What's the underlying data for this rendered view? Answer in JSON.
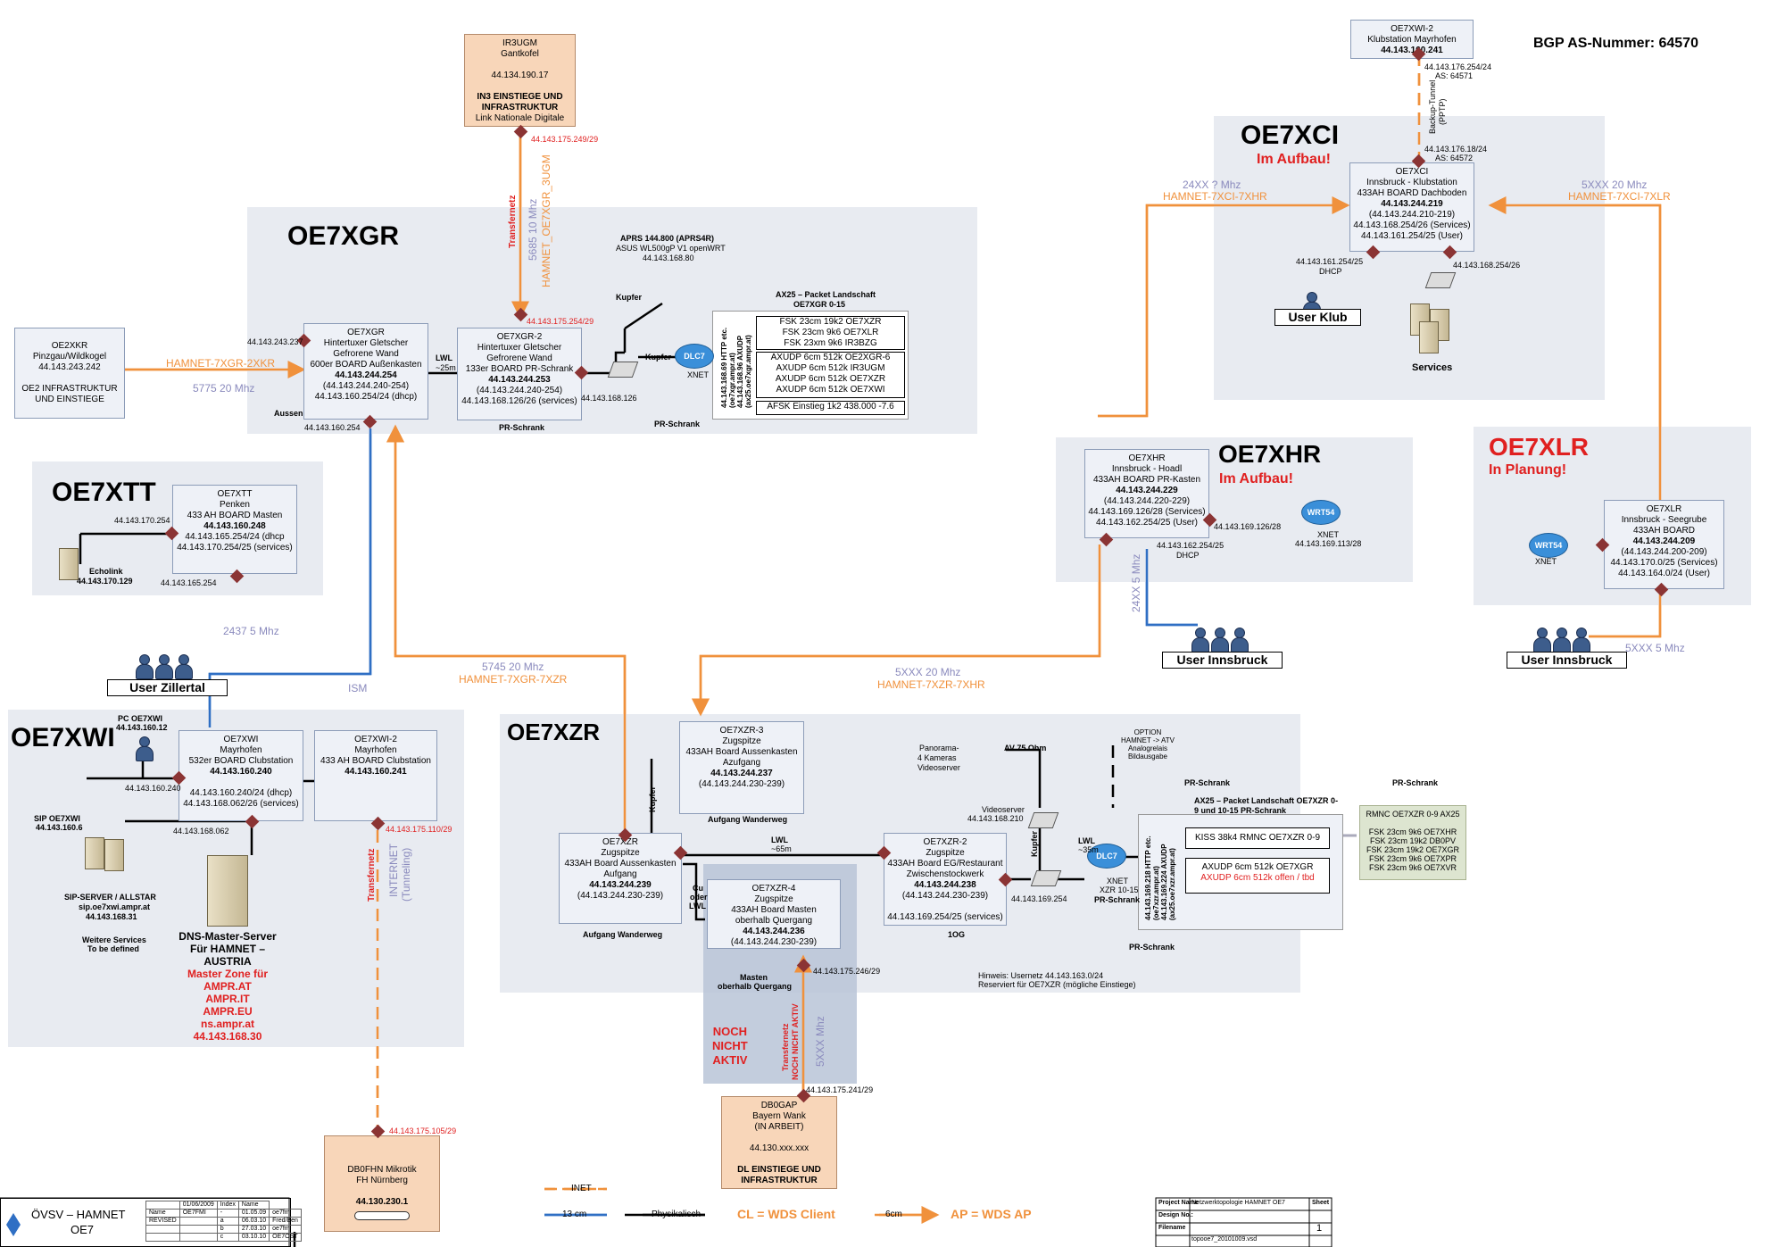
{
  "header": {
    "bgp": "BGP AS-Nummer: 64570"
  },
  "areas": {
    "oe7xgr": {
      "title": "OE7XGR"
    },
    "oe7xci": {
      "title": "OE7XCI",
      "status": "Im Aufbau!"
    },
    "oe7xhr": {
      "title": "OE7XHR",
      "status": "Im Aufbau!"
    },
    "oe7xlr": {
      "title": "OE7XLR",
      "status": "In Planung!"
    },
    "oe7xtt": {
      "title": "OE7XTT"
    },
    "oe7xwi": {
      "title": "OE7XWI"
    },
    "oe7xzr": {
      "title": "OE7XZR"
    }
  },
  "boxes": {
    "ir3ugm": [
      "IR3UGM",
      "Gantkofel",
      "",
      "44.134.190.17",
      "",
      "IN3 EINSTIEGE UND",
      "INFRASTRUKTUR",
      "Link Nationale Digitale"
    ],
    "oe7xwi2_top": [
      "OE7XWI-2",
      "Klubstation Mayrhofen",
      "44.143.160.241"
    ],
    "oe2xkr": [
      "OE2XKR",
      "Pinzgau/Wildkogel",
      "44.143.243.242",
      "",
      "OE2 INFRASTRUKTUR",
      "UND EINSTIEGE"
    ],
    "oe7xgr": [
      "OE7XGR",
      "Hintertuxer Gletscher",
      "Gefrorene Wand",
      "600er BOARD Außenkasten",
      "44.143.244.254",
      "(44.143.244.240-254)",
      "44.143.160.254/24 (dhcp)"
    ],
    "oe7xgr2": [
      "OE7XGR-2",
      "Hintertuxer Gletscher",
      "Gefrorene Wand",
      "133er BOARD PR-Schrank",
      "44.143.244.253",
      "(44.143.244.240-254)",
      "44.143.168.126/26 (services)"
    ],
    "oe7xci": [
      "OE7XCI",
      "Innsbruck - Klubstation",
      "433AH BOARD Dachboden",
      "44.143.244.219",
      "(44.143.244.210-219)",
      "44.143.168.254/26 (Services)",
      "44.143.161.254/25 (User)"
    ],
    "oe7xhr": [
      "OE7XHR",
      "Innsbruck - Hoadl",
      "433AH BOARD PR-Kasten",
      "44.143.244.229",
      "(44.143.244.220-229)",
      "44.143.169.126/28 (Services)",
      "44.143.162.254/25 (User)"
    ],
    "oe7xlr": [
      "OE7XLR",
      "Innsbruck - Seegrube",
      "433AH BOARD",
      "44.143.244.209",
      "(44.143.244.200-209)",
      "44.143.170.0/25 (Services)",
      "44.143.164.0/24 (User)"
    ],
    "oe7xtt": [
      "OE7XTT",
      "Penken",
      "433 AH BOARD Masten",
      "44.143.160.248",
      "44.143.165.254/24 (dhcp",
      "44.143.170.254/25 (services)"
    ],
    "oe7xwi": [
      "OE7XWI",
      "Mayrhofen",
      "532er BOARD Clubstation",
      "44.143.160.240",
      "",
      "44.143.160.240/24 (dhcp)",
      "44.143.168.062/26 (services)"
    ],
    "oe7xwi2": [
      "OE7XWI-2",
      "Mayrhofen",
      "433 AH BOARD Clubstation",
      "44.143.160.241"
    ],
    "oe7xzr3": [
      "OE7XZR-3",
      "Zugspitze",
      "433AH Board Aussenkasten",
      "Azufgang",
      "44.143.244.237",
      "(44.143.244.230-239)"
    ],
    "oe7xzr": [
      "OE7XZR",
      "Zugspitze",
      "433AH Board Aussenkasten",
      "Aufgang",
      "44.143.244.239",
      "(44.143.244.230-239)"
    ],
    "oe7xzr4": [
      "OE7XZR-4",
      "Zugspitze",
      "433AH Board Masten",
      "oberhalb Quergang",
      "44.143.244.236",
      "(44.143.244.230-239)"
    ],
    "oe7xzr2": [
      "OE7XZR-2",
      "Zugspitze",
      "433AH Board EG/Restaurant",
      "Zwischenstockwerk",
      "44.143.244.238",
      "(44.143.244.230-239)",
      "",
      "44.143.169.254/25 (services)"
    ],
    "db0gap": [
      "DB0GAP",
      "Bayern Wank",
      "(IN ARBEIT)",
      "",
      "44.130.xxx.xxx",
      "",
      "DL EINSTIEGE UND",
      "INFRASTRUKTUR"
    ],
    "db0fhn": [
      "DB0FHN Mikrotik",
      "FH Nürnberg",
      "",
      "44.130.230.1"
    ]
  },
  "ax25_xgr": {
    "title": "AX25 – Packet Landschaft",
    "subtitle": "OE7XGR 0-15",
    "vertical": [
      "44.143.168.69 HTTP etc.",
      "(oe7xgr.ampr.at)",
      "44.143.168.96 AXUDP",
      "(ax25.oe7xgr.ampr.at)"
    ],
    "fsk": [
      "FSK 23cm 19k2 OE7XZR",
      "FSK 23cm 9k6 OE7XLR",
      "FSK 23xm 9k6 IR3BZG"
    ],
    "axudp": [
      "AXUDP 6cm 512k OE2XGR-6",
      "AXUDP 6cm 512k IR3UGM",
      "AXUDP 6cm 512k OE7XZR",
      "AXUDP 6cm 512k OE7XWI"
    ],
    "afsk": "AFSK Einstieg 1k2 438.000 -7.6"
  },
  "ax25_xzr": {
    "title": "AX25 – Packet Landschaft OE7XZR 0-",
    "title2": "9 und 10-15 PR-Schrank",
    "vertical": [
      "44.143.169.218 HTTP etc.",
      "(oe7xzr.ampr.at)",
      "44.143.169.224 AXUDP",
      "(ax25.oe7xzr.ampr.at)"
    ],
    "kiss": "KISS 38k4 RMNC OE7XZR 0-9",
    "axudp": "AXUDP 6cm 512k OE7XGR",
    "axudp_red": "AXUDP 6cm 512k offen / tbd"
  },
  "rmnc": [
    "RMNC OE7XZR 0-9 AX25",
    "",
    "FSK 23cm 9k6 OE7XHR",
    "FSK 23cm 19k2 DB0PV",
    "FSK 23cm 19k2 OE7XGR",
    "FSK 23cm 9k6 OE7XPR",
    "FSK 23cm 9k6 OE7XVR"
  ],
  "links": {
    "xkr_a": "HAMNET-7XGR-2XKR",
    "xkr_b": "5775 20 Mhz",
    "transfer_a": "Transfernetz",
    "transfer_b": "5685 10 Mhz",
    "transfer_c": "HAMNET_OE7XGR_3UGM",
    "xci_a": "24XX   ? Mhz",
    "xci_b": "HAMNET-7XCI-7XHR",
    "xlr_a": "5XXX    20 Mhz",
    "xlr_b": "HAMNET-7XCI-7XLR",
    "xzr_a": "5745    20 Mhz",
    "xzr_b": "HAMNET-7XGR-7XZR",
    "xhr_a": "5XXX    20 Mhz",
    "xhr_b": "HAMNET-7XZR-7XHR",
    "zillertal": "2437 5 Mhz",
    "ism": "ISM",
    "hr_user": "24XX 5 Mhz",
    "lr_user": "5XXX 5 Mhz",
    "inet_a": "Transfernetz",
    "inet_b": "INTERNET",
    "inet_c": "(Tunneling)",
    "gap_a": "Transfernetz",
    "gap_b": "NOCH NICHT AKTIV",
    "gap_c": "5XXX Mhz",
    "backup_a": "Backup-Tunnel",
    "backup_b": "(PPTP)"
  },
  "labels": {
    "ip_175_249": "44.143.175.249/29",
    "ip_175_254": "44.143.175.254/29",
    "ip_243_237": "44.143.243.237",
    "aussen": "Aussen",
    "ip_160_254": "44.143.160.254",
    "lwl": "LWL",
    "lwl_35": "~25m",
    "prschrank": "PR-Schrank",
    "prschrank2": "PR-Schrank",
    "ip_168_126": "44.143.168.126",
    "kupfer": "Kupfer",
    "kupfer2": "Kupfer",
    "aprs_a": "APRS 144.800 (APRS4R)",
    "aprs_b": "ASUS WL500gP V1 openWRT",
    "aprs_c": "44.143.168.80",
    "dlc7": "DLC7",
    "xnet": "XNET",
    "ip_176_254": "44.143.176.254/24",
    "as_64571": "AS: 64571",
    "ip_176_18": "44.143.176.18/24",
    "as_64572": "AS: 64572",
    "ip_161_254": "44.143.161.254/25",
    "dhcp": "DHCP",
    "ip_168_254": "44.143.168.254/26",
    "user_klub": "User Klub",
    "services": "Services",
    "ip_169_126": "44.143.169.126/28",
    "xnet_169": "XNET",
    "xnet_169_ip": "44.143.169.113/28",
    "wrt54": "WRT54",
    "ip_162_254": "44.143.162.254/25",
    "dhcp2": "DHCP",
    "user_ibk1": "User Innsbruck",
    "user_ibk2": "User Innsbruck",
    "wrt54b": "WRT54",
    "xnet_lr": "XNET",
    "ip_170_254": "44.143.170.254",
    "echolink": "Echolink",
    "echolink_ip": "44.143.170.129",
    "ip_165_254": "44.143.165.254",
    "user_zillertal": "User Zillertal",
    "pc_a": "PC OE7XWI",
    "pc_b": "44.143.160.12",
    "ip_160_240": "44.143.160.240",
    "sip_a": "SIP OE7XWI",
    "sip_b": "44.143.160.6",
    "ip_168_062": "44.143.168.062",
    "sipsrv_a": "SIP-SERVER / ALLSTAR",
    "sipsrv_b": "sip.oe7xwi.ampr.at",
    "sipsrv_c": "44.143.168.31",
    "weitere_a": "Weitere Services",
    "weitere_b": "To be defined",
    "dns_a": "DNS-Master-Server",
    "dns_b": "Für HAMNET –",
    "dns_c": "AUSTRIA",
    "dns_d": "Master Zone für",
    "dns_e": "AMPR.AT",
    "dns_f": "AMPR.IT",
    "dns_g": "AMPR.EU",
    "dns_h": "ns.ampr.at",
    "dns_i": "44.143.168.30",
    "ip_175_110": "44.143.175.110/29",
    "ip_175_105": "44.143.175.105/29",
    "kupfer3": "Kupfer",
    "aufgang_ww1": "Aufgang Wanderweg",
    "aufgang_ww2": "Aufgang Wanderweg",
    "lwl2": "LWL",
    "lwl2_65": "~65m",
    "cu_a": "Cu",
    "cu_b": "oder",
    "cu_c": "LWL",
    "masten_a": "Masten",
    "masten_b": "oberhalb Quergang",
    "ip_175_246": "44.143.175.246/29",
    "og": "1OG",
    "noch_a": "NOCH",
    "noch_b": "NICHT",
    "noch_c": "AKTIV",
    "ip_175_241": "44.143.175.241/29",
    "panorama_a": "Panorama-",
    "panorama_b": "4 Kameras",
    "panorama_c": "Videoserver",
    "av": "AV 75 Ohm",
    "videoserver_a": "Videoserver",
    "videoserver_b": "44.143.168.210",
    "kupfer4": "Kupfer",
    "ip_169_254": "44.143.169.254",
    "lwl3": "LWL",
    "lwl3_35": "~35m",
    "dlc7b": "DLC7",
    "xnet_xzr_a": "XNET",
    "xnet_xzr_b": "XZR 10-15",
    "prschrank3": "PR-Schrank",
    "prschrank4": "PR-Schrank",
    "prschrank5": "PR-Schrank",
    "prschrank6": "PR-Schrank",
    "option_a": "OPTION",
    "option_b": "HAMNET -> ATV",
    "option_c": "Analogrelais",
    "option_d": "Bildausgabe",
    "hinweis_a": "Hinweis: Usernetz 44.143.163.0/24",
    "hinweis_b": "Reserviert für OE7XZR (mögliche Einstiege)"
  },
  "legend": {
    "inet": "INET",
    "cm13": "13 cm",
    "physik": "Physikalisch",
    "cl": "CL = WDS Client",
    "cm6": "6cm",
    "ap": "AP = WDS AP"
  },
  "titleblock": {
    "org": "ÖVSV – HAMNET",
    "region": "OE7",
    "rows": [
      [
        "",
        "01/06/2009",
        "Index",
        "Name"
      ],
      [
        "Name",
        "OE7FMI",
        "-",
        "01.05.09",
        "oe7fmi"
      ],
      [
        "REVISED",
        "",
        "a",
        "06.03.10",
        "Fred/Ben"
      ],
      [
        "",
        "",
        "b",
        "27.03.10",
        "oe7fmi"
      ],
      [
        "",
        "",
        "c",
        "03.10.10",
        "OE7OST"
      ]
    ],
    "project_label": "Project Name",
    "project": "Netzwerktopologie HAMNET OE7",
    "design_label": "Design No.:",
    "file_label": "Filename",
    "file": "topooe7_20101009.vsd",
    "sheet_label": "Sheet",
    "sheet": "1"
  },
  "colors": {
    "orange": "#f0913c",
    "blue": "#2f6fc4",
    "red": "#e02020",
    "diamond": "#8b3434"
  }
}
